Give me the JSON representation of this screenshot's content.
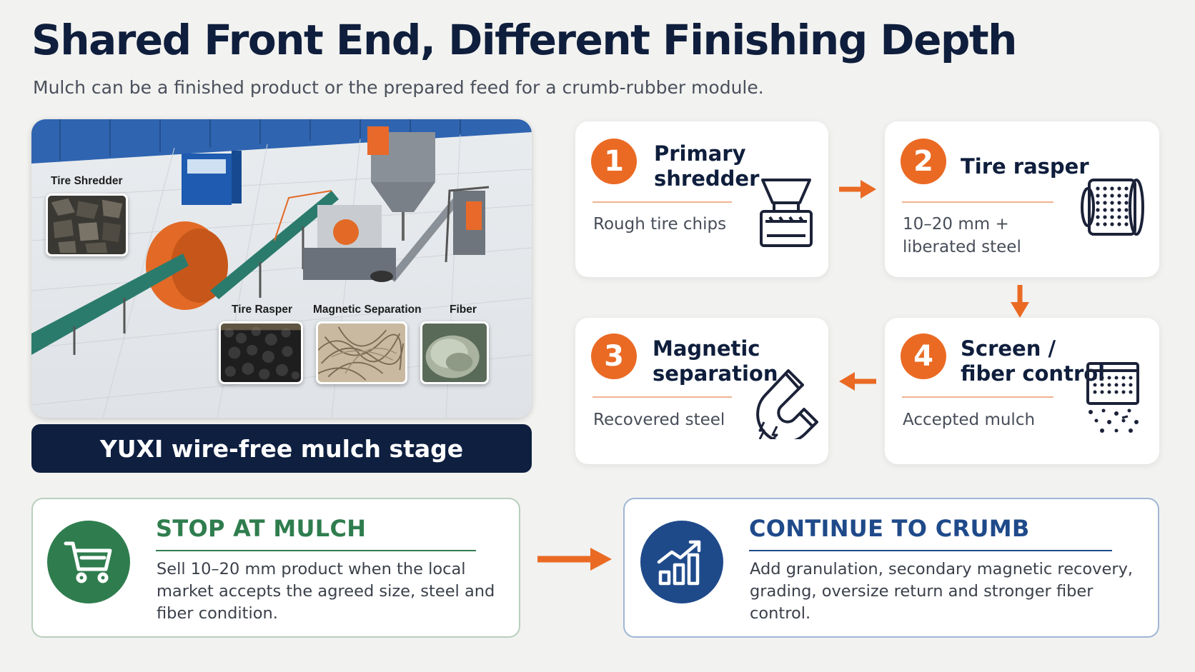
{
  "header": {
    "title": "Shared Front End, Different Finishing Depth",
    "subtitle": "Mulch can be a finished product or the prepared feed for a crumb-rubber module."
  },
  "plant": {
    "labels": {
      "tire_shredder": "Tire Shredder",
      "tire_rasper": "Tire Rasper",
      "magnetic_separation": "Magnetic Separation",
      "fiber": "Fiber"
    },
    "stage_label": "YUXI wire-free mulch stage"
  },
  "steps": [
    {
      "number": "1",
      "title_lines": [
        "Primary",
        "shredder"
      ],
      "desc_lines": [
        "Rough tire chips"
      ],
      "icon": "shredder-icon"
    },
    {
      "number": "2",
      "title_lines": [
        "Tire rasper"
      ],
      "desc_lines": [
        "10–20 mm +",
        "liberated steel"
      ],
      "icon": "rasper-drum-icon"
    },
    {
      "number": "3",
      "title_lines": [
        "Magnetic",
        "separation"
      ],
      "desc_lines": [
        "Recovered steel"
      ],
      "icon": "magnet-icon"
    },
    {
      "number": "4",
      "title_lines": [
        "Screen /",
        "fiber control"
      ],
      "desc_lines": [
        "Accepted mulch"
      ],
      "icon": "screen-icon"
    }
  ],
  "options": {
    "stop": {
      "title": "STOP AT MULCH",
      "desc_lines": [
        "Sell 10–20 mm product when the local",
        "market accepts the agreed size, steel and",
        "fiber condition."
      ],
      "icon": "cart-icon",
      "color": "#2f7d4e"
    },
    "continue": {
      "title": "CONTINUE TO CRUMB",
      "desc_lines": [
        "Add granulation, secondary magnetic recovery,",
        "grading, oversize return and stronger fiber",
        "control."
      ],
      "icon": "growth-chart-icon",
      "color": "#1f4a8a"
    }
  },
  "colors": {
    "accent": "#ea6a24",
    "navy": "#0f1e3c",
    "green": "#2f7d4e",
    "blue": "#1f4a8a"
  }
}
